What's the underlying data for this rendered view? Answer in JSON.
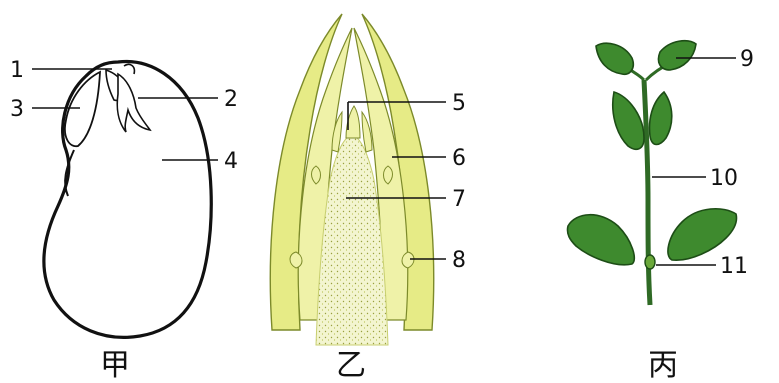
{
  "figures": [
    {
      "caption": "甲",
      "labels": [
        "1",
        "2",
        "3",
        "4"
      ]
    },
    {
      "caption": "乙",
      "labels": [
        "5",
        "6",
        "7",
        "8"
      ]
    },
    {
      "caption": "丙",
      "labels": [
        "9",
        "10",
        "11"
      ]
    }
  ],
  "colors": {
    "outline": "#111111",
    "bud_green": "#e6eb86",
    "bud_stipple": "#b8c050",
    "leaf_green": "#3e8a2e",
    "leaf_dark": "#1d4d16",
    "stem": "#2f6a25"
  }
}
